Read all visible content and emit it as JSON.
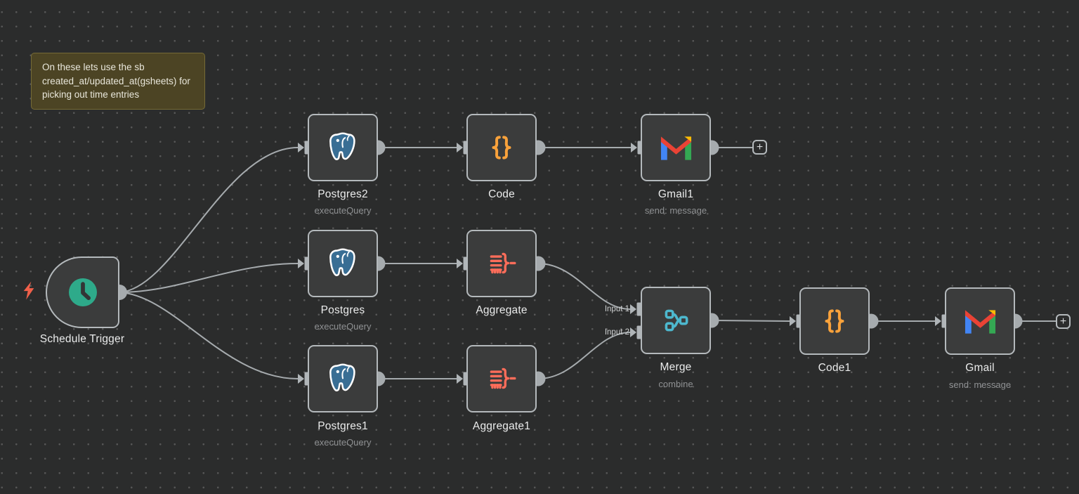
{
  "app": "n8n-workflow-canvas",
  "sticky_note": {
    "text": "On these lets use the sb created_at/updated_at(gsheets) for picking out time entries"
  },
  "nodes": {
    "schedule_trigger": {
      "label": "Schedule Trigger"
    },
    "postgres2": {
      "label": "Postgres2",
      "subtitle": "executeQuery"
    },
    "code": {
      "label": "Code"
    },
    "gmail1": {
      "label": "Gmail1",
      "subtitle": "send: message"
    },
    "postgres": {
      "label": "Postgres",
      "subtitle": "executeQuery"
    },
    "aggregate": {
      "label": "Aggregate"
    },
    "postgres1": {
      "label": "Postgres1",
      "subtitle": "executeQuery"
    },
    "aggregate1": {
      "label": "Aggregate1"
    },
    "merge": {
      "label": "Merge",
      "subtitle": "combine",
      "input1_label": "Input 1",
      "input2_label": "Input 2"
    },
    "code1": {
      "label": "Code1"
    },
    "gmail": {
      "label": "Gmail",
      "subtitle": "send: message"
    }
  },
  "buttons": {
    "add_node_after_gmail1": "+",
    "add_node_after_gmail": "+"
  },
  "colors": {
    "canvas_bg": "#2b2c2c",
    "node_fill": "#3b3c3c",
    "node_border": "#b4b9bc",
    "wire": "#a6abae",
    "label": "#ebecec",
    "subtitle": "#8f9193",
    "sticky_bg": "#4c4424",
    "sticky_border": "#756a36",
    "trigger_bolt": "#f0604a",
    "clock_teal": "#2eaa8a",
    "merge_teal": "#4db8ce",
    "code_orange": "#f9a23b",
    "aggregate_coral": "#ff6d5a",
    "postgres_blue": "#396e94",
    "gmail_red": "#ea4335",
    "gmail_blue": "#4285f4",
    "gmail_green": "#34a853",
    "gmail_yellow": "#fbbc04"
  }
}
